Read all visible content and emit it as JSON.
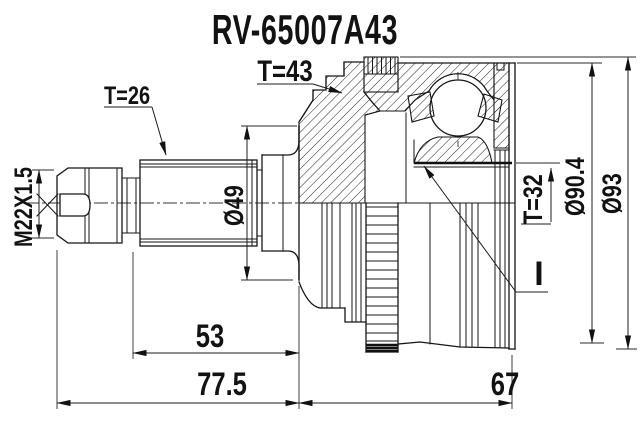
{
  "drawing": {
    "title": "RV-65007A43",
    "labels": {
      "ring_teeth": "T=43",
      "shaft_spline_teeth": "T=26",
      "bore_spline_teeth": "T=32",
      "thread_spec": "M22X1.5",
      "boot_seat_diameter": "Ø49",
      "housing_diameter": "Ø90.4",
      "outer_diameter": "Ø93",
      "spline_length": "53",
      "shaft_length": "77.5",
      "joint_length": "67",
      "leader_mark": "I"
    },
    "colors": {
      "line": "#161616",
      "background": "#ffffff"
    }
  }
}
